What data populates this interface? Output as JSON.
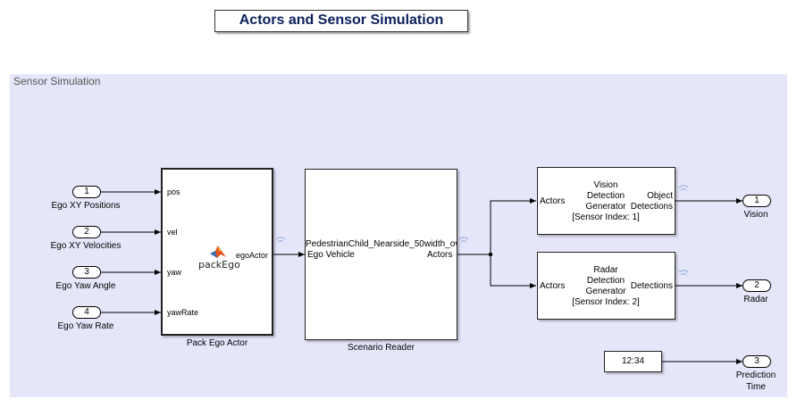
{
  "title": "Actors and Sensor Simulation",
  "area": {
    "label": "Sensor Simulation"
  },
  "inports": [
    {
      "num": "1",
      "label": "Ego XY Positions"
    },
    {
      "num": "2",
      "label": "Ego XY Velocities"
    },
    {
      "num": "3",
      "label": "Ego Yaw Angle"
    },
    {
      "num": "4",
      "label": "Ego Yaw Rate"
    }
  ],
  "pack_ego": {
    "inputs": [
      "pos",
      "vel",
      "yaw",
      "yawRate"
    ],
    "function_name": "packEgo",
    "output": "egoActor",
    "caption": "Pack Ego Actor"
  },
  "scenario_reader": {
    "scenario_text": "PedestrianChild_Nearside_50width_ov",
    "input": "Ego Vehicle",
    "output": "Actors",
    "caption": "Scenario Reader"
  },
  "vision": {
    "input": "Actors",
    "lines": [
      "Vision",
      "Detection",
      "Generator",
      "[Sensor Index: 1]"
    ],
    "output_lines": [
      "Object",
      "Detections"
    ]
  },
  "radar": {
    "input": "Actors",
    "lines": [
      "Radar",
      "Detection",
      "Generator",
      "[Sensor Index: 2]"
    ],
    "output": "Detections"
  },
  "clock": {
    "value": "12:34"
  },
  "outports": [
    {
      "num": "1",
      "label": "Vision"
    },
    {
      "num": "2",
      "label": "Radar"
    },
    {
      "num": "3",
      "label_lines": [
        "Prediction",
        "Time"
      ]
    }
  ]
}
